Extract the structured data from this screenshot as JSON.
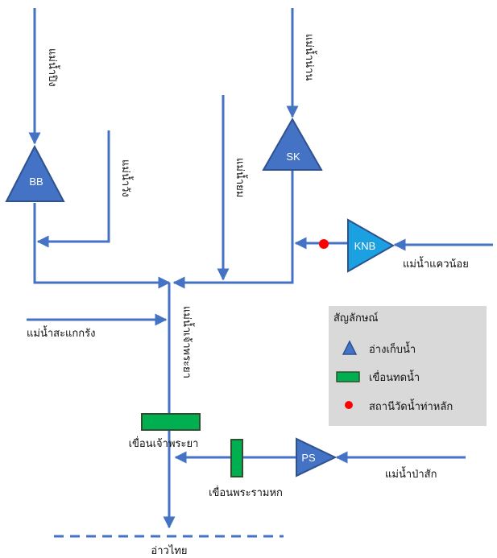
{
  "colors": {
    "river": "#4472C4",
    "reservoir_fill": "#4472C4",
    "reservoir_stroke": "#2F528F",
    "knb_fill": "#1BA1E2",
    "dam_fill": "#00B050",
    "dam_stroke": "#2F4F2F",
    "station": "#FF0000",
    "legend_bg": "#D9D9D9"
  },
  "rivers": {
    "ping": "แม่น้ำปิง",
    "nan": "แม่น้ำน่าน",
    "wang": "แม่น้ำวัง",
    "yom": "แม่น้ำยม",
    "khwae_noi": "แม่น้ำแควน้อย",
    "sakae_krang": "แม่น้ำสะแกกรัง",
    "chao_phraya": "แม่น้ำเจ้าพระยา",
    "pa_sak": "แม่น้ำป่าสัก",
    "gulf": "อ่าวไทย"
  },
  "reservoirs": {
    "bb": "BB",
    "sk": "SK",
    "knb": "KNB",
    "ps": "PS"
  },
  "dams": {
    "chao_phraya_dam": "เขื่อนเจ้าพระยา",
    "rama6_dam": "เขื่อนพระรามหก"
  },
  "legend": {
    "title": "สัญลักษณ์",
    "reservoir": "อ่างเก็บน้ำ",
    "diversion_dam": "เขื่อนทดน้ำ",
    "station": "สถานีวัดน้ำท่าหลัก"
  }
}
